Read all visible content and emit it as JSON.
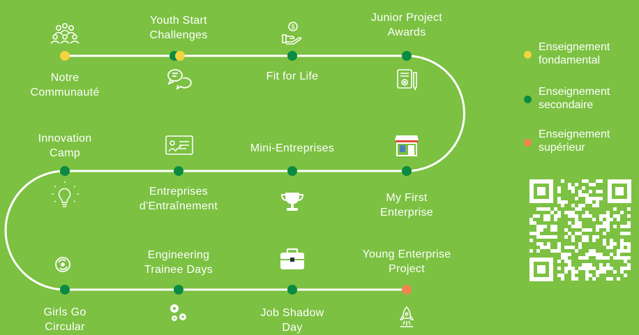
{
  "colors": {
    "background": "#7cc142",
    "line": "#ffffff",
    "fondamental": "#f5d33f",
    "secondaire": "#0b8a42",
    "superieur": "#f2844e"
  },
  "stations": {
    "notre_communaute": "Notre\nCommunauté",
    "youth_start": "Youth Start\nChallenges",
    "fit_for_life": "Fit for Life",
    "junior_project": "Junior Project\nAwards",
    "innovation_camp": "Innovation\nCamp",
    "entreprises_entrainement": "Entreprises\nd'Entraînement",
    "mini_entreprises": "Mini-Entreprises",
    "my_first_enterprise": "My First\nEnterprise",
    "girls_go_circular": "Girls Go\nCircular",
    "engineering_trainee": "Engineering\nTrainee Days",
    "job_shadow": "Job Shadow\nDay",
    "young_enterprise": "Young Enterprise\nProject"
  },
  "legend": {
    "fondamental": "Enseignement\nfondamental",
    "secondaire": "Enseignement\nsecondaire",
    "superieur": "Enseignement\nsupérieur"
  },
  "icons": {
    "notre_communaute": "community-icon",
    "youth_start": "chat-bubbles-icon",
    "fit_for_life": "money-hand-icon",
    "junior_project": "document-gear-icon",
    "innovation_camp": "lightbulb-icon",
    "entreprises_entrainement": "presentation-board-icon",
    "mini_entreprises": "trophy-icon",
    "my_first_enterprise": "shop-icon",
    "girls_go_circular": "recycle-gear-icon",
    "engineering_trainee": "gears-icon",
    "job_shadow": "briefcase-icon",
    "young_enterprise": "rocket-icon",
    "qr": "qr-code-icon"
  }
}
